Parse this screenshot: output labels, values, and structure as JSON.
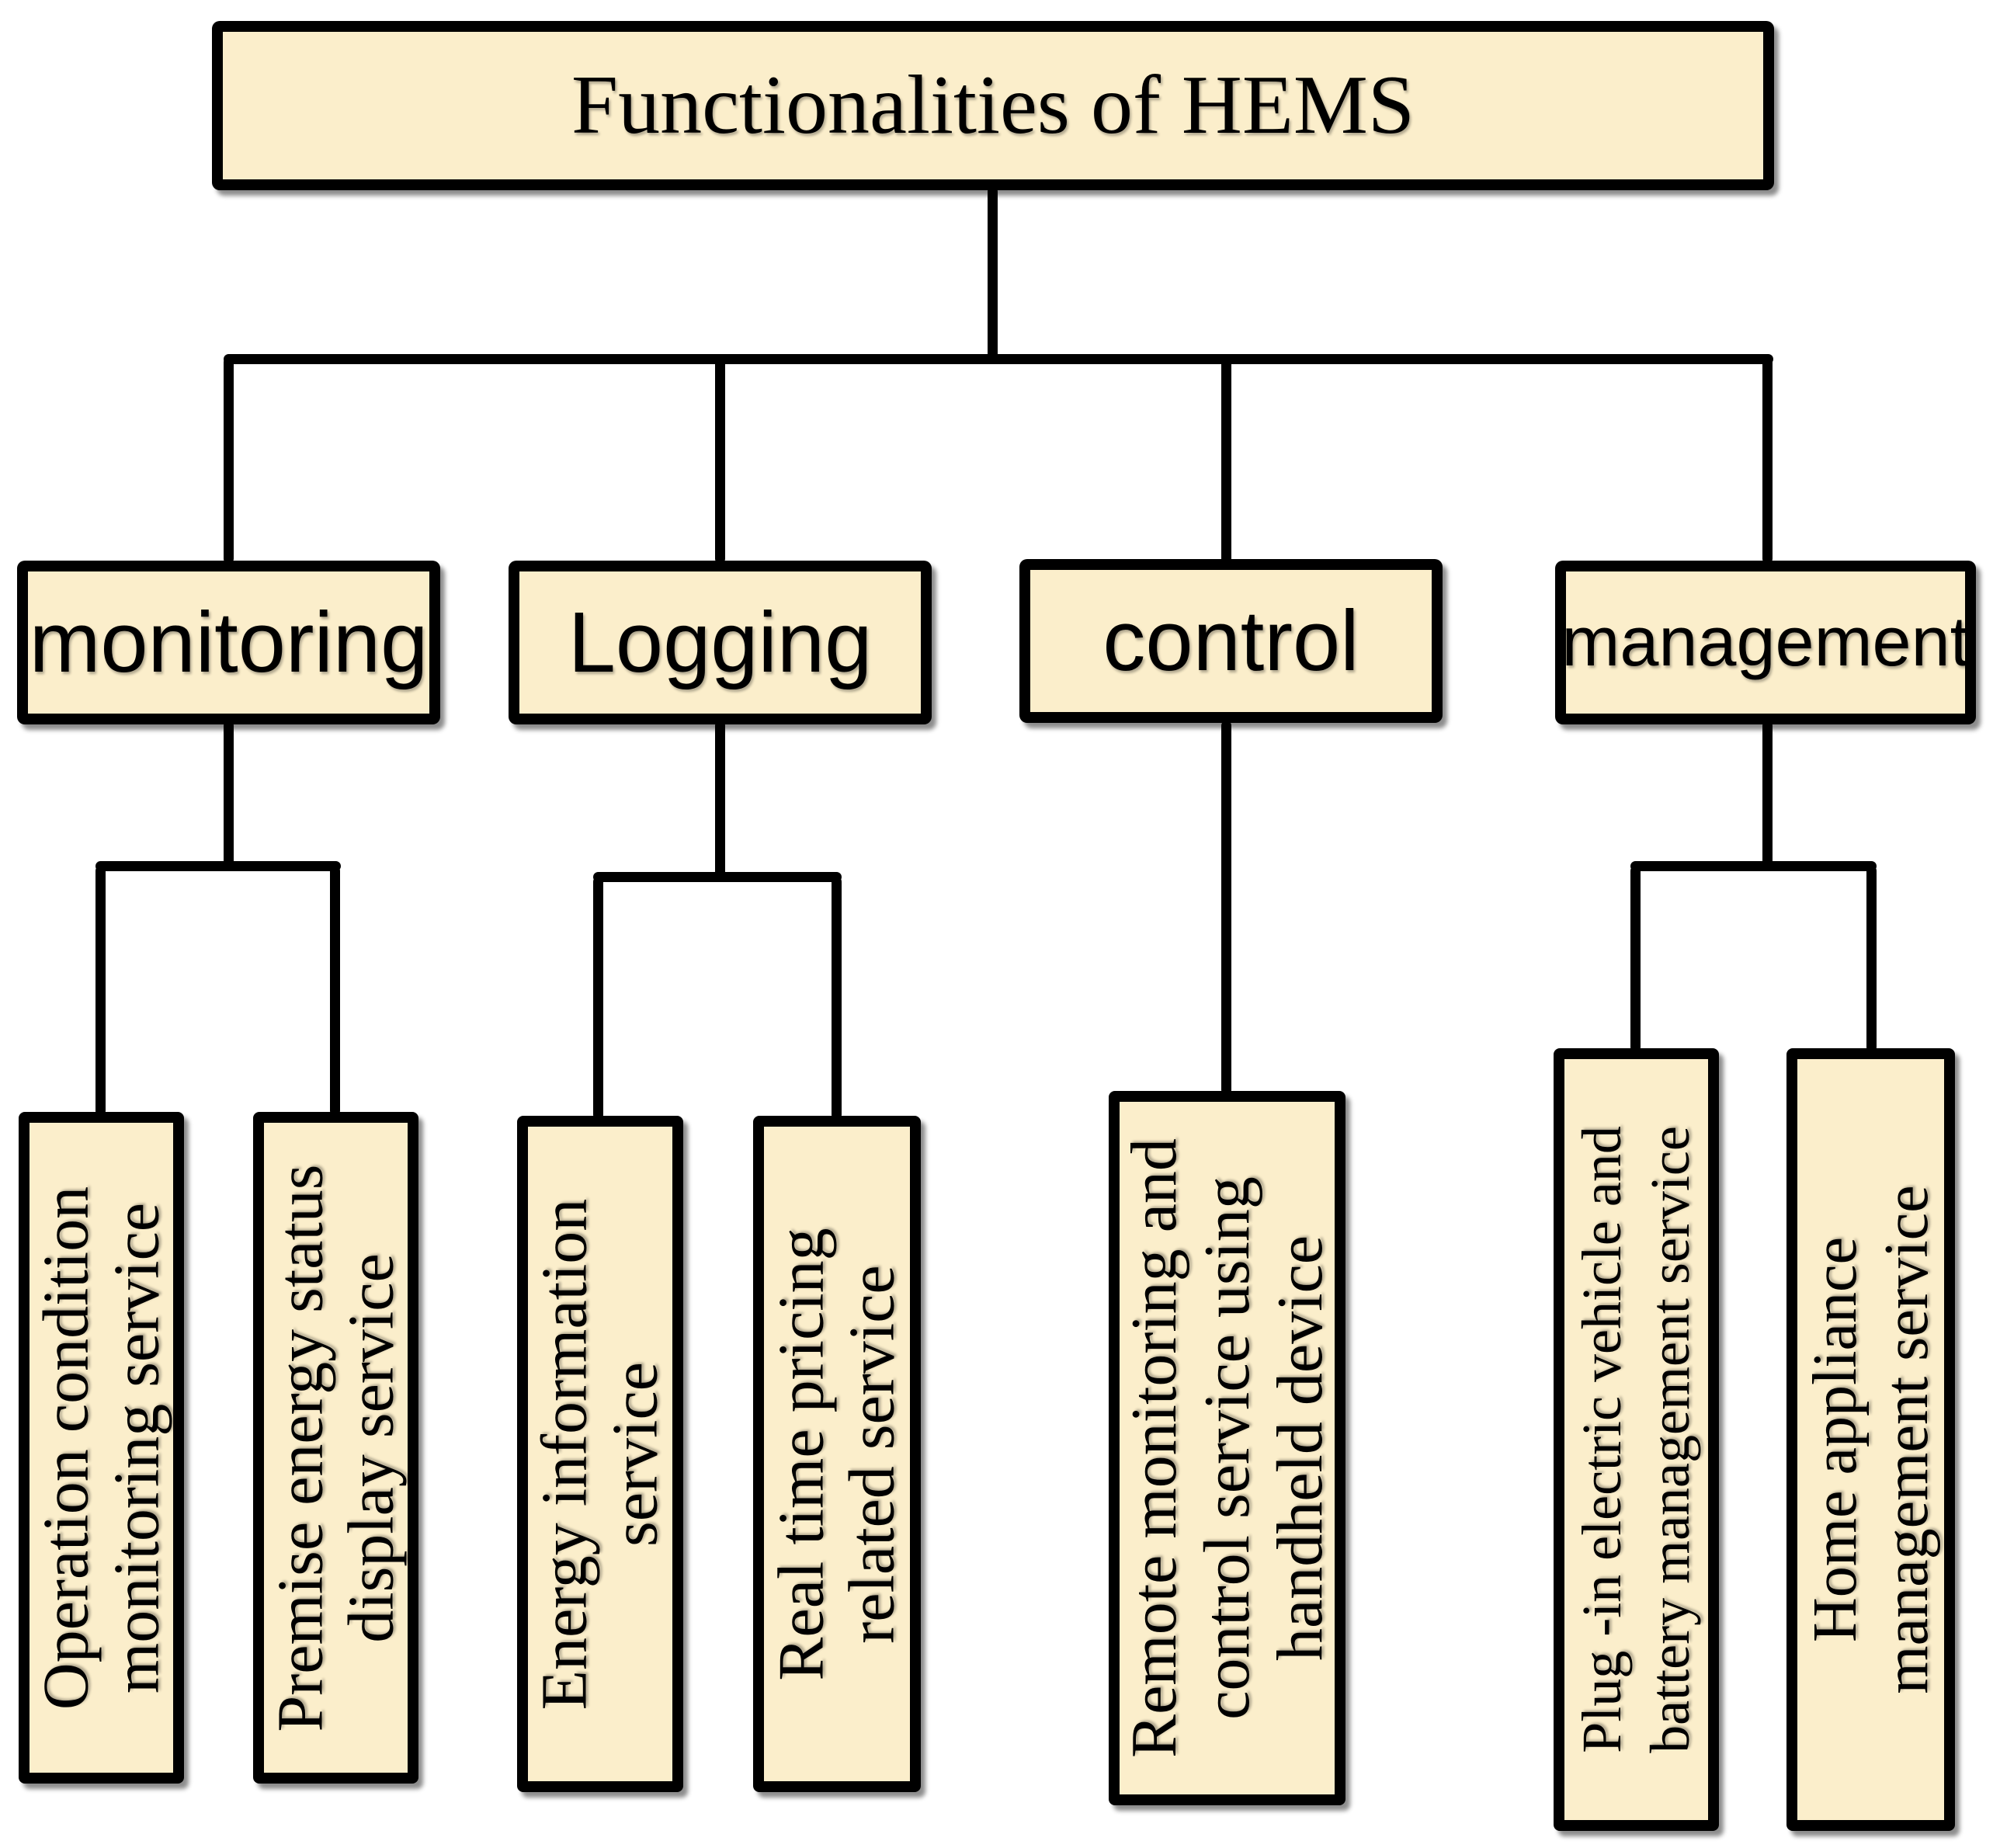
{
  "colors": {
    "box_fill": "#FBEECB",
    "line_color": "#000000",
    "text_color": "#000000",
    "background": "#ffffff"
  },
  "tree": {
    "root": {
      "label": "Functionalities of HEMS"
    },
    "branches": [
      {
        "label": "monitoring",
        "children": [
          {
            "label": "Operation condition\nmonitoring service"
          },
          {
            "label": "Premise energy status\ndisplay service"
          }
        ]
      },
      {
        "label": "Logging",
        "children": [
          {
            "label": "Energy information\nservice"
          },
          {
            "label": "Real time pricing\nrelated service"
          }
        ]
      },
      {
        "label": "control",
        "children": [
          {
            "label": "Remote monitoring and\ncontrol service using\nhandheld device"
          }
        ]
      },
      {
        "label": "management",
        "children": [
          {
            "label": "Plug -in electric vehicle and\nbattery management service"
          },
          {
            "label": "Home appliance\nmanagement service"
          }
        ]
      }
    ]
  }
}
